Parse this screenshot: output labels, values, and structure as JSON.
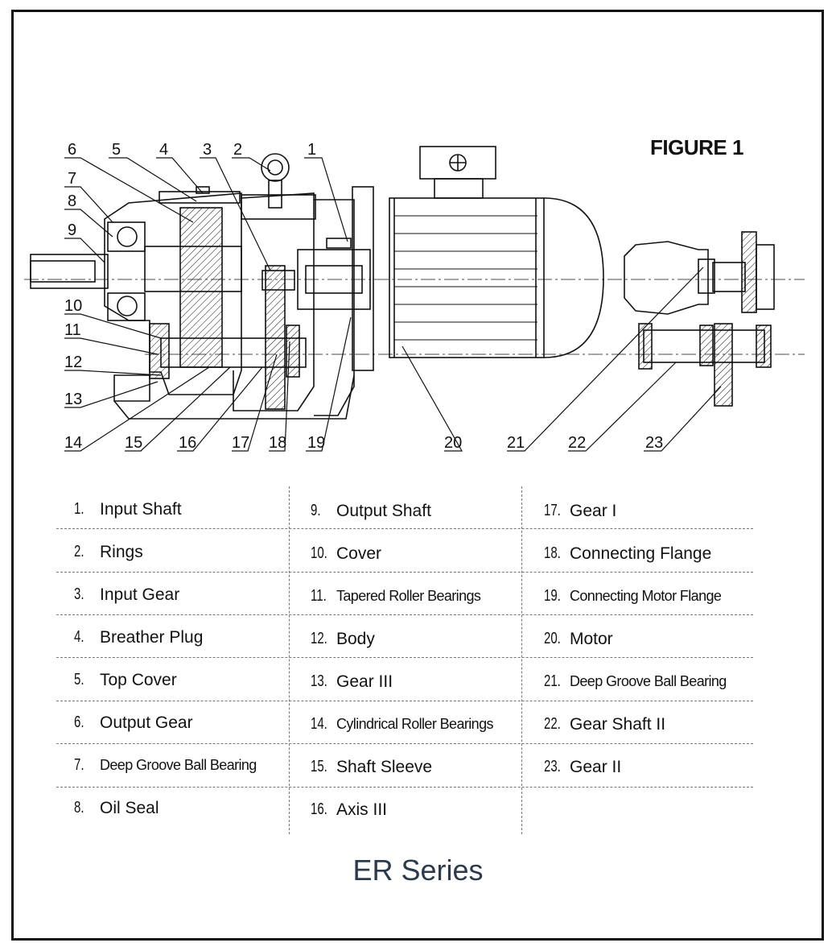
{
  "figure": {
    "title": "FIGURE 1",
    "callouts_top": [
      "6",
      "5",
      "4",
      "3",
      "2",
      "1"
    ],
    "callouts_left": [
      "7",
      "8",
      "9",
      "10",
      "11",
      "12",
      "13"
    ],
    "callouts_bottom": [
      "14",
      "15",
      "16",
      "17",
      "18",
      "19",
      "20",
      "21",
      "22",
      "23"
    ]
  },
  "legend": {
    "columns": [
      [
        {
          "num": "1.",
          "label": "Input Shaft"
        },
        {
          "num": "2.",
          "label": "Rings"
        },
        {
          "num": "3.",
          "label": "Input Gear"
        },
        {
          "num": "4.",
          "label": "Breather Plug"
        },
        {
          "num": "5.",
          "label": "Top Cover"
        },
        {
          "num": "6.",
          "label": "Output Gear"
        },
        {
          "num": "7.",
          "label": "Deep Groove Ball Bearing"
        },
        {
          "num": "8.",
          "label": "Oil Seal"
        }
      ],
      [
        {
          "num": "9.",
          "label": "Output Shaft"
        },
        {
          "num": "10.",
          "label": "Cover"
        },
        {
          "num": "11.",
          "label": "Tapered Roller Bearings"
        },
        {
          "num": "12.",
          "label": "Body"
        },
        {
          "num": "13.",
          "label": "Gear III"
        },
        {
          "num": "14.",
          "label": "Cylindrical Roller Bearings"
        },
        {
          "num": "15.",
          "label": "Shaft Sleeve"
        },
        {
          "num": "16.",
          "label": "Axis III"
        }
      ],
      [
        {
          "num": "17.",
          "label": "Gear I"
        },
        {
          "num": "18.",
          "label": "Connecting Flange"
        },
        {
          "num": "19.",
          "label": "Connecting Motor Flange"
        },
        {
          "num": "20.",
          "label": "Motor"
        },
        {
          "num": "21.",
          "label": "Deep Groove Ball Bearing"
        },
        {
          "num": "22.",
          "label": "Gear Shaft II"
        },
        {
          "num": "23.",
          "label": "Gear II"
        }
      ]
    ]
  },
  "series_title": "ER Series"
}
